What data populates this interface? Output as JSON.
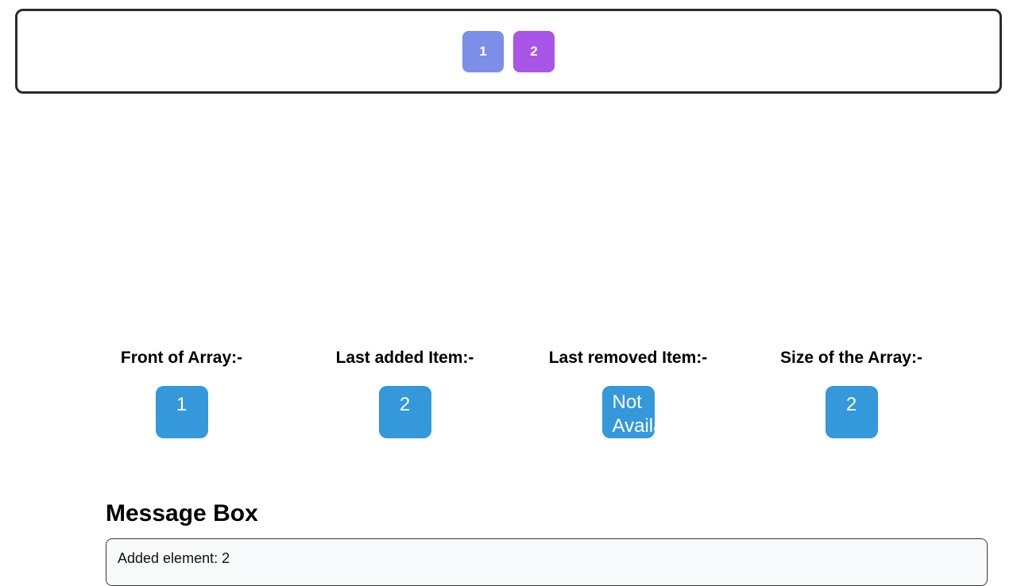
{
  "array_view": {
    "name": "array-visualisation",
    "cells": [
      {
        "value": "1",
        "color": "#7b8ee8"
      },
      {
        "value": "2",
        "color": "#a855e8"
      }
    ]
  },
  "stats": {
    "items": [
      {
        "label": "Front of Array:-",
        "value": "1",
        "name": "front-of-array"
      },
      {
        "label": "Last added Item:-",
        "value": "2",
        "name": "last-added-item"
      },
      {
        "label": "Last removed Item:-",
        "value": "Not Available",
        "name": "last-removed-item"
      },
      {
        "label": "Size of the Array:-",
        "value": "2",
        "name": "size-of-array"
      }
    ],
    "value_box_color": "#3498db"
  },
  "message": {
    "heading": "Message Box",
    "log": "Added element: 2"
  }
}
